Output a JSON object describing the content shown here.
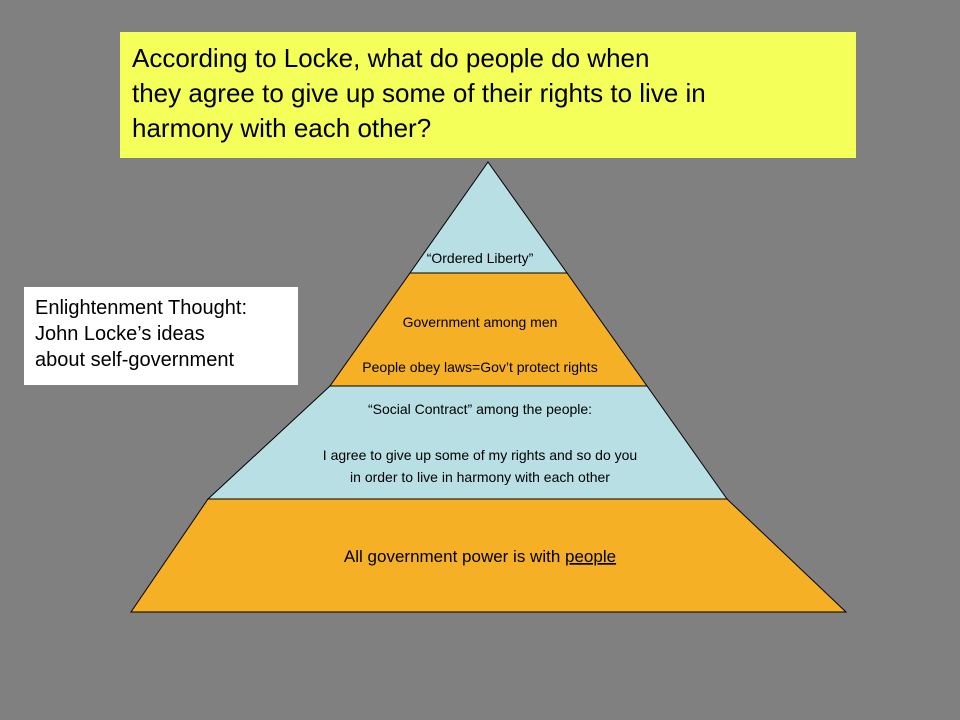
{
  "question": {
    "lines": [
      "According to Locke, what do people do when",
      "they agree to give up some of their rights to live in",
      "harmony with each other?"
    ]
  },
  "side_note": {
    "lines": [
      "Enlightenment Thought:",
      "John Locke’s ideas",
      "about self-government"
    ]
  },
  "pyramid": {
    "colors": {
      "light": "#b8dfe3",
      "orange": "#f5b025",
      "outline": "#000000"
    },
    "tier_top": {
      "label": "“Ordered Liberty”"
    },
    "tier_second": {
      "line1": "Government among men",
      "line2": "People obey laws=Gov’t protect rights"
    },
    "tier_third": {
      "line1": "“Social Contract” among the people:",
      "line2": "I agree to give up some of my rights and so do you",
      "line3": "in order to live in harmony with each other"
    },
    "tier_base": {
      "text_prefix": "All government power is with ",
      "text_underlined": "people"
    }
  }
}
